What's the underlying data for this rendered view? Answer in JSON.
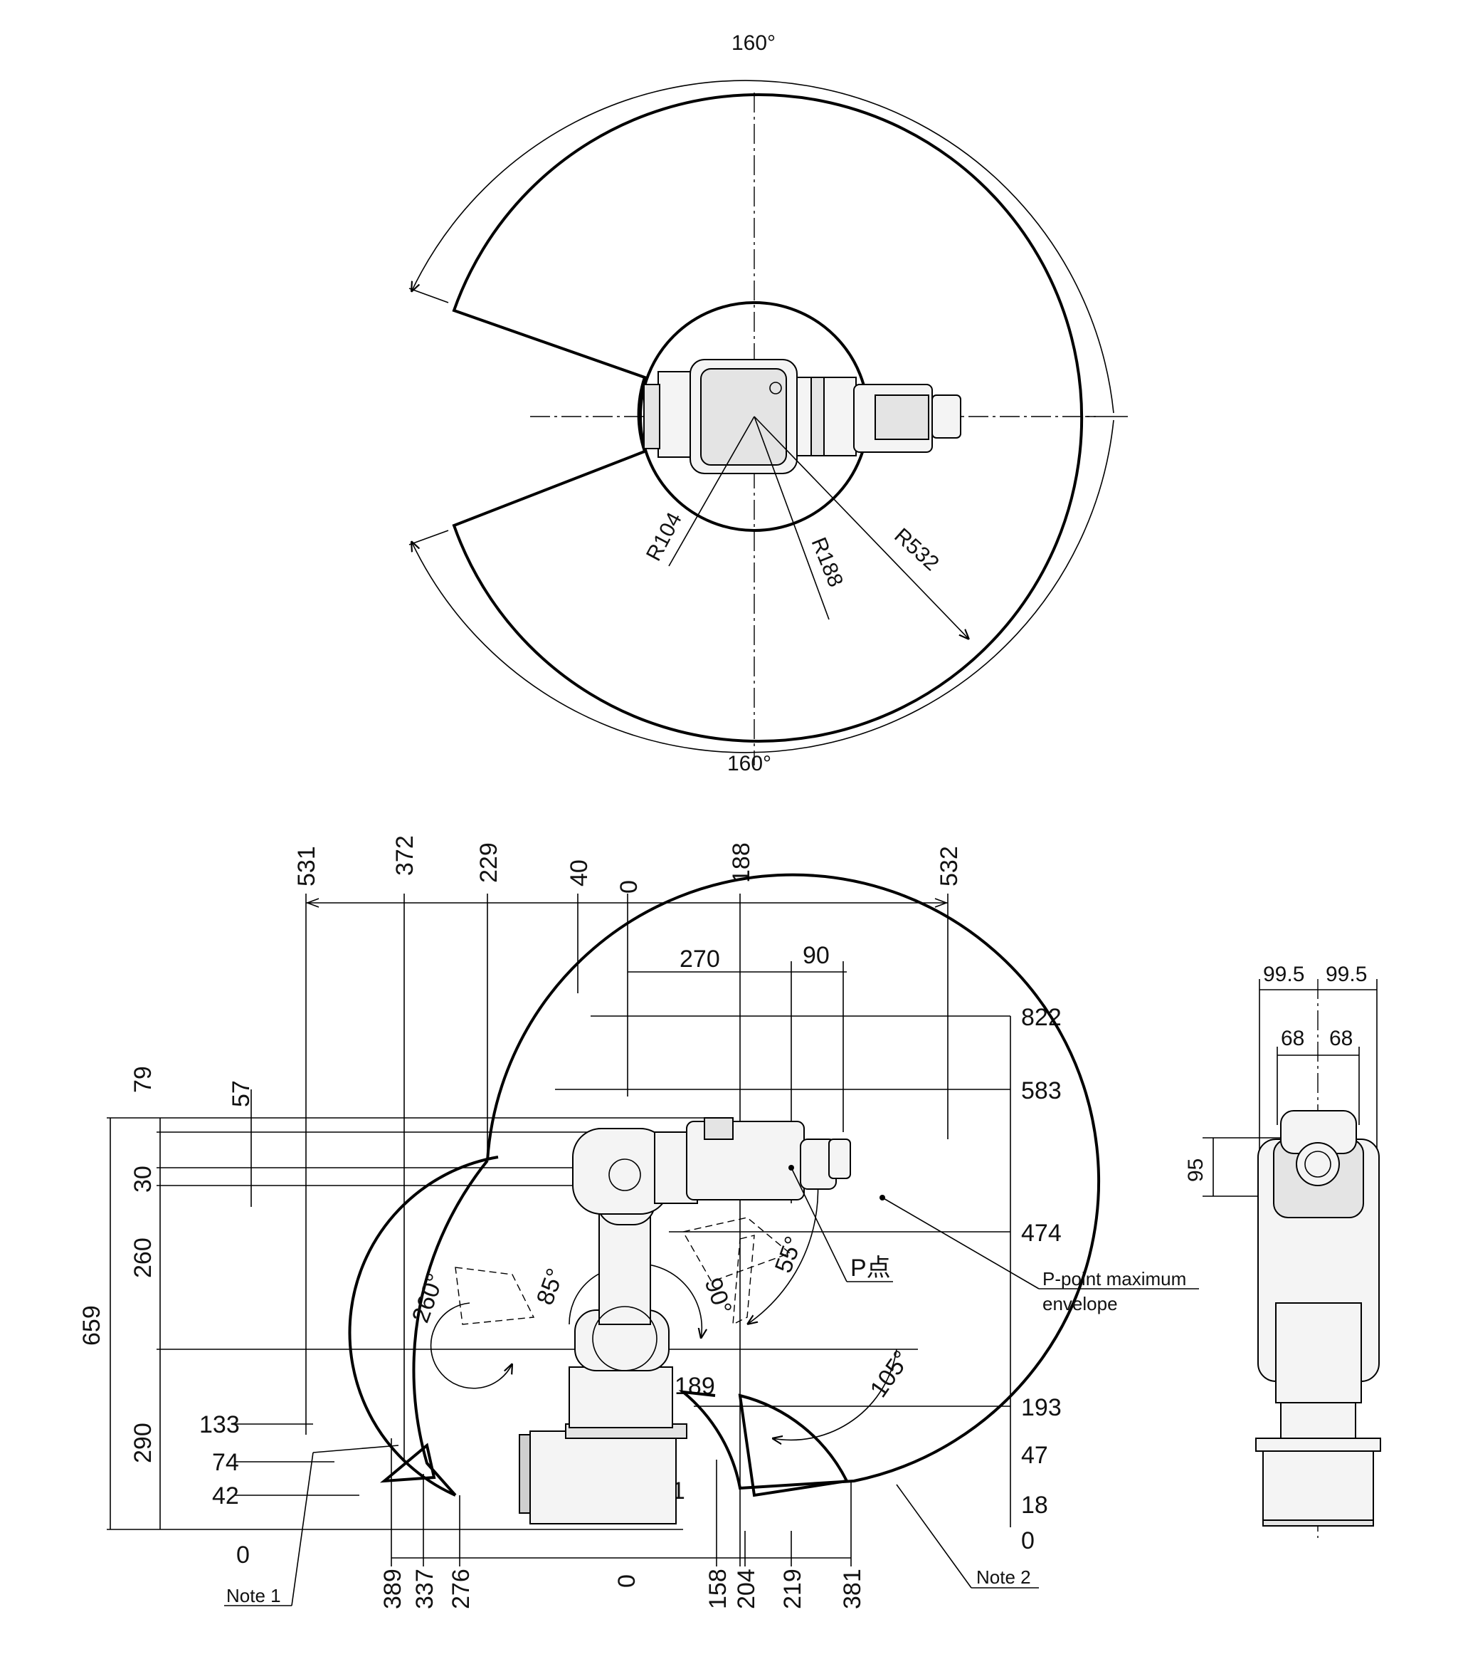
{
  "top_view": {
    "angle_top": "160°",
    "angle_bottom": "160°",
    "r_inner": "R104",
    "r_mid": "R188",
    "r_outer": "R532"
  },
  "side_view": {
    "top_labels": {
      "v531": "531",
      "v372": "372",
      "v229": "229",
      "v40": "40",
      "v0": "0",
      "v188": "188",
      "v532": "532"
    },
    "horiz": {
      "v270": "270",
      "v90": "90"
    },
    "right_labels": {
      "v822": "822",
      "v583": "583",
      "v474": "474",
      "v193": "193",
      "v47": "47",
      "v18": "18",
      "v0": "0"
    },
    "left_labels": {
      "v79": "79",
      "v57": "57",
      "v30": "30",
      "v260": "260",
      "v659": "659",
      "v290": "290",
      "v133": "133",
      "v74": "74",
      "v42": "42",
      "v0": "0"
    },
    "bottom_labels": {
      "v389": "389",
      "v337": "337",
      "v276": "276",
      "v0": "0",
      "v158": "158",
      "v204": "204",
      "v219": "219",
      "v381": "381"
    },
    "inner": {
      "v189": "189",
      "v21": "21"
    },
    "angles": {
      "a260": "260°",
      "a85": "85°",
      "a90": "90°",
      "a55": "55°",
      "a105": "105°"
    },
    "p_point": "P点",
    "p_envelope_line1": "P-point maximum",
    "p_envelope_line2": "envelope",
    "note1": "Note 1",
    "note2": "Note 2"
  },
  "front_view": {
    "w995_left": "99.5",
    "w995_right": "99.5",
    "w68_left": "68",
    "w68_right": "68",
    "h95": "95"
  }
}
